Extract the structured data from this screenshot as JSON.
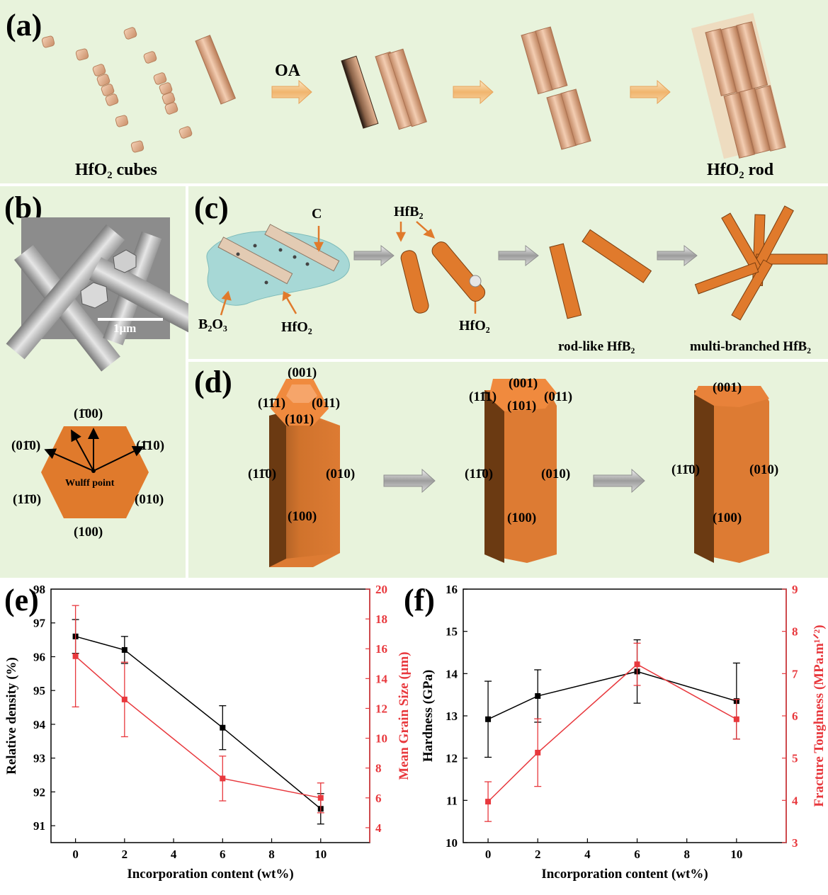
{
  "panels": {
    "a": {
      "label": "(a)",
      "left_caption": "HfO₂ cubes",
      "right_caption": "HfO₂ rod",
      "arrow_label": "OA"
    },
    "b": {
      "label": "(b)",
      "scale_bar": "1μm",
      "facets": {
        "top": "(1̄00)",
        "upper_left": "(01̄0)",
        "upper_right": "(1̄10)",
        "lower_left": "(11̄0)",
        "lower_right": "(010)",
        "bottom": "(100)"
      },
      "center_label": "Wulff point"
    },
    "c": {
      "label": "(c)",
      "labels": {
        "c": "C",
        "b2o3": "B₂O₃",
        "hfo2_1": "HfO₂",
        "hfb2": "HfB₂",
        "hfo2_2": "HfO₂",
        "rodlike": "rod-like  HfB₂",
        "multibranched": "multi-branched  HfB₂"
      }
    },
    "d": {
      "label": "(d)",
      "crystal1": {
        "top": "(001)",
        "tl": "(11̄1)",
        "tr": "(011)",
        "front": "(101)",
        "left": "(11̄0)",
        "right": "(010)",
        "bottom": "(100)"
      },
      "crystal2": {
        "top": "(001)",
        "tl": "(11̄1)",
        "tr": "(011)",
        "front": "(101)",
        "left": "(11̄0)",
        "right": "(010)",
        "bottom": "(100)"
      },
      "crystal3": {
        "top": "(001)",
        "left": "(11̄0)",
        "right": "(010)",
        "bottom": "(100)"
      }
    },
    "e": {
      "label": "(e)"
    },
    "f": {
      "label": "(f)"
    }
  },
  "colors": {
    "panel_bg": "#e8f3dc",
    "orange": "#e07a2c",
    "tan_rod": "#e6b48f",
    "black_series": "#000000",
    "red_series": "#e8383d"
  },
  "chart_data": [
    {
      "type": "line",
      "panel": "(e)",
      "xlabel": "Incorporation content (wt%)",
      "ylabel_left": "Relative density (%)",
      "ylabel_right": "Mean Grain Size (μm)",
      "xlim": [
        -1,
        12
      ],
      "xticks": [
        0,
        2,
        4,
        6,
        8,
        10
      ],
      "ylim_left": [
        90.5,
        98
      ],
      "yticks_left": [
        91,
        92,
        93,
        94,
        95,
        96,
        97
      ],
      "ylim_right": [
        3,
        20
      ],
      "yticks_right": [
        4,
        6,
        8,
        10,
        12,
        14,
        16,
        18,
        20
      ],
      "top_cut_label": "98",
      "series": [
        {
          "axis": "left",
          "color": "#000000",
          "x": [
            0,
            2,
            6,
            10
          ],
          "y": [
            96.6,
            96.2,
            93.9,
            91.5
          ],
          "err": [
            0.5,
            0.4,
            0.65,
            0.45
          ]
        },
        {
          "axis": "right",
          "color": "#e8383d",
          "x": [
            0,
            2,
            6,
            10
          ],
          "y": [
            15.5,
            12.6,
            7.3,
            6.0
          ],
          "err": [
            3.4,
            2.5,
            1.5,
            1.0
          ]
        }
      ]
    },
    {
      "type": "line",
      "panel": "(f)",
      "xlabel": "Incorporation content (wt%)",
      "ylabel_left": "Hardness (GPa)",
      "ylabel_right": "Fracture Toughness (MPa.m¹ᐟ²)",
      "xlim": [
        -1,
        12
      ],
      "xticks": [
        0,
        2,
        4,
        6,
        8,
        10
      ],
      "ylim_left": [
        10,
        16
      ],
      "yticks_left": [
        10,
        11,
        12,
        13,
        14,
        15,
        16
      ],
      "ylim_right": [
        3,
        9
      ],
      "yticks_right": [
        3,
        4,
        5,
        6,
        7,
        8,
        9
      ],
      "series": [
        {
          "axis": "left",
          "color": "#000000",
          "x": [
            0,
            2,
            6,
            10
          ],
          "y": [
            12.92,
            13.47,
            14.05,
            13.35
          ],
          "err": [
            0.9,
            0.62,
            0.75,
            0.9
          ]
        },
        {
          "axis": "right",
          "color": "#e8383d",
          "x": [
            0,
            2,
            6,
            10
          ],
          "y": [
            3.97,
            5.13,
            7.22,
            5.92
          ],
          "err": [
            0.47,
            0.8,
            0.5,
            0.47
          ]
        }
      ]
    }
  ]
}
